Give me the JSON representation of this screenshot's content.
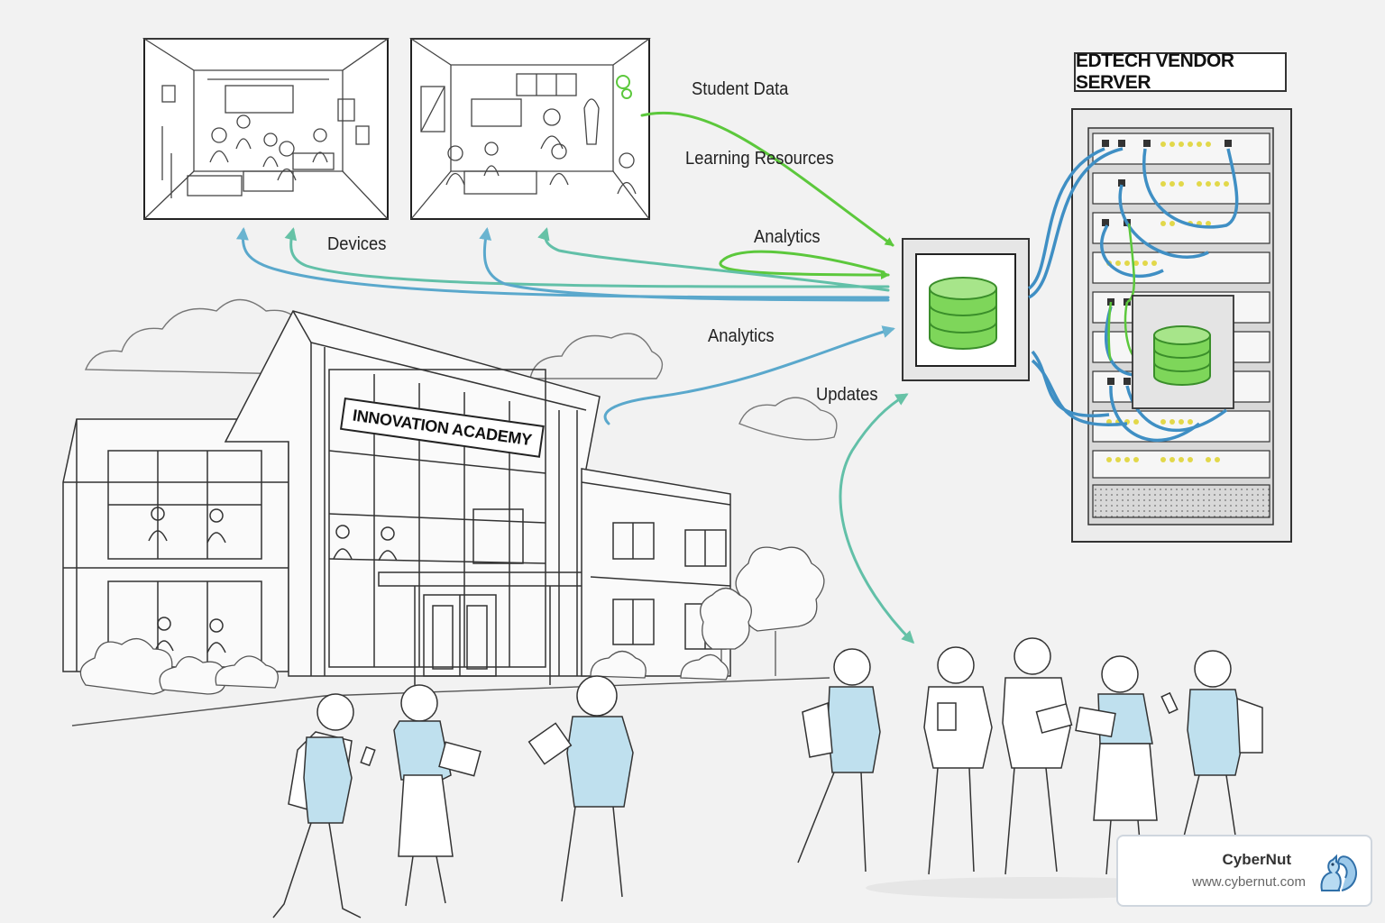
{
  "labels": {
    "student_data": "Student Data",
    "learning_resources": "Learning Resources",
    "analytics_top": "Analytics",
    "devices": "Devices",
    "analytics_bottom": "Analytics",
    "updates": "Updates"
  },
  "vendor": {
    "sign": "EDTECH VENDOR SERVER"
  },
  "school": {
    "sign": "INNOVATION ACADEMY"
  },
  "brand": {
    "name": "CyberNut",
    "url": "www.cybernut.com",
    "logo_icon": "squirrel-icon"
  },
  "colors": {
    "green_flow": "#5cc83c",
    "blue_flow": "#5aa8cc",
    "teal_flow": "#62c0a8",
    "database_green": "#7ed65a",
    "shirt_blue": "#bfe0ee",
    "cable_blue": "#3f8fc4"
  }
}
